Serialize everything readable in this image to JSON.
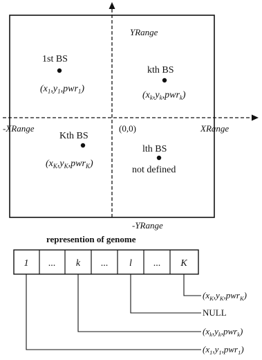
{
  "plane": {
    "y_max_label": "YRange",
    "y_min_label": "-YRange",
    "x_max_label": "XRange",
    "x_min_label": "-XRange",
    "origin_label": "(0,0)"
  },
  "stations": [
    {
      "name": "1st BS",
      "coord": "(x1,y1,pwr1)",
      "quadrant": "top-left"
    },
    {
      "name": "kth BS",
      "coord": "(xk,yk,pwrk)",
      "quadrant": "top-right"
    },
    {
      "name": "Kth BS",
      "coord": "(xK,yK,pwrK)",
      "quadrant": "bottom-left"
    },
    {
      "name": "lth BS",
      "coord": "not defined",
      "quadrant": "bottom-right"
    }
  ],
  "genome": {
    "title": "represention of genome",
    "cells": [
      "1",
      "...",
      "k",
      "...",
      "l",
      "...",
      "K"
    ],
    "callouts": [
      {
        "text": "(xK,yK,pwrK)"
      },
      {
        "text": "NULL"
      },
      {
        "text": "(xk,yk,pwrk)"
      },
      {
        "text": "(x1,y1,pwr1)"
      }
    ]
  }
}
